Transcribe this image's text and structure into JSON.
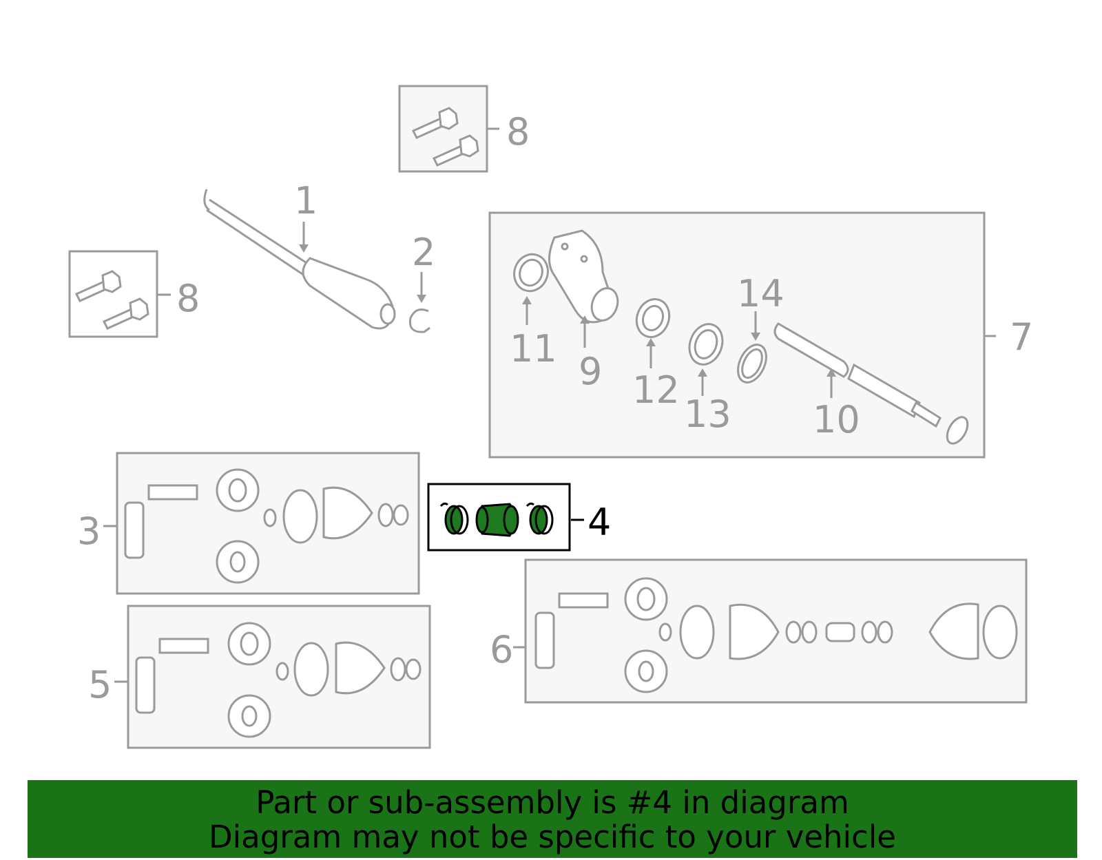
{
  "callouts": {
    "c1": "1",
    "c2": "2",
    "c3": "3",
    "c4": "4",
    "c5": "5",
    "c6": "6",
    "c7": "7",
    "c8a": "8",
    "c8b": "8",
    "c9": "9",
    "c10": "10",
    "c11": "11",
    "c12": "12",
    "c13": "13",
    "c14": "14"
  },
  "highlighted_part": "4",
  "colors": {
    "highlight_fill": "#1f7a1f",
    "banner_bg": "#1b7317",
    "outline_gray": "#9a9a9a"
  },
  "banner": {
    "line1": "Part or sub-assembly is #4 in diagram",
    "line2": "Diagram may not be specific to your vehicle"
  }
}
